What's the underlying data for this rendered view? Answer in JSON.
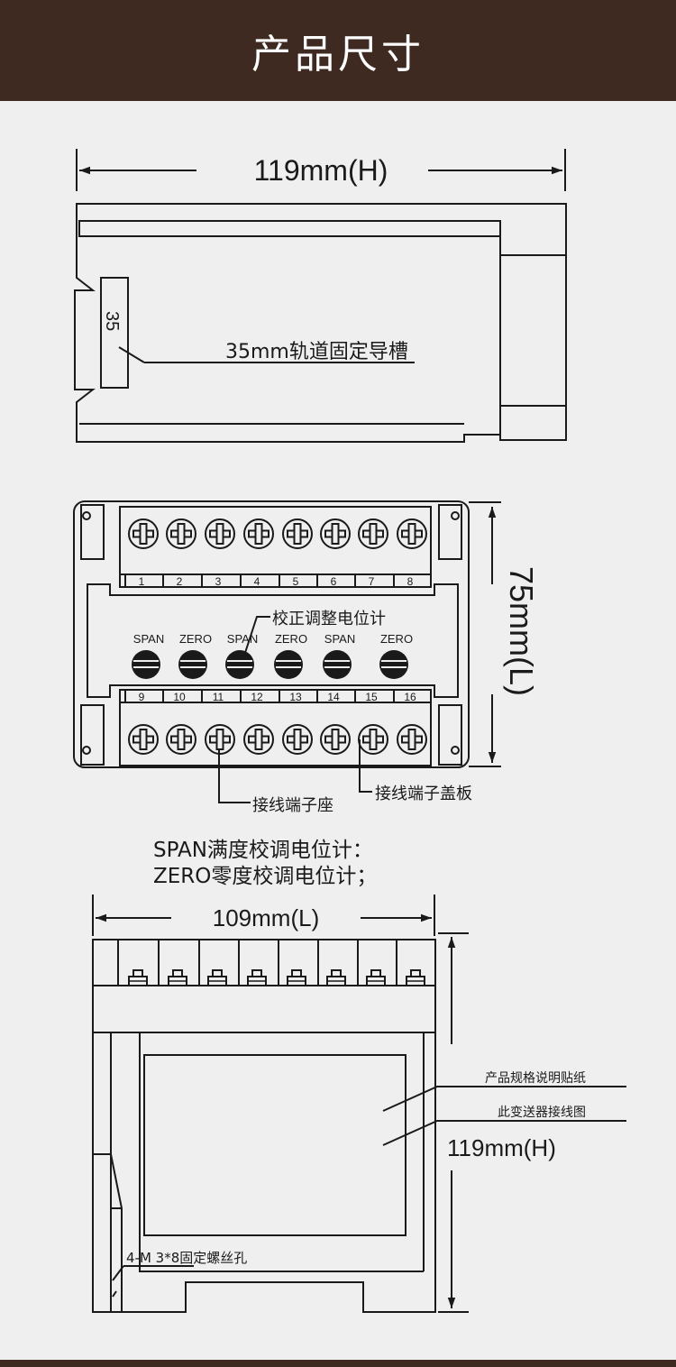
{
  "header": {
    "title": "产品尺寸"
  },
  "top_view": {
    "width_label": "119mm(H)",
    "rail_mark": "35",
    "rail_label": "35mm轨道固定导槽"
  },
  "front_view": {
    "height_label": "75mm(L)",
    "top_terminals": [
      "1",
      "2",
      "3",
      "4",
      "5",
      "6",
      "7",
      "8"
    ],
    "bottom_terminals": [
      "9",
      "10",
      "11",
      "12",
      "13",
      "14",
      "15",
      "16"
    ],
    "pot_labels": [
      "SPAN",
      "ZERO",
      "SPAN",
      "ZERO",
      "SPAN",
      "ZERO"
    ],
    "pot_callout": "校正调整电位计",
    "base_callout": "接线端子座",
    "cover_callout": "接线端子盖板"
  },
  "legend": {
    "span_line": "SPAN满度校调电位计：",
    "zero_line": "ZERO零度校调电位计；"
  },
  "side_view": {
    "width_label": "109mm(L)",
    "height_label": "119mm(H)",
    "label_callout": "产品规格说明贴纸",
    "wiring_callout": "此变送器接线图",
    "screw_callout": "4-M 3*8固定螺丝孔"
  },
  "colors": {
    "header_bg": "#3f2a22",
    "page_bg": "#efefef",
    "line": "#1a1a1a"
  }
}
